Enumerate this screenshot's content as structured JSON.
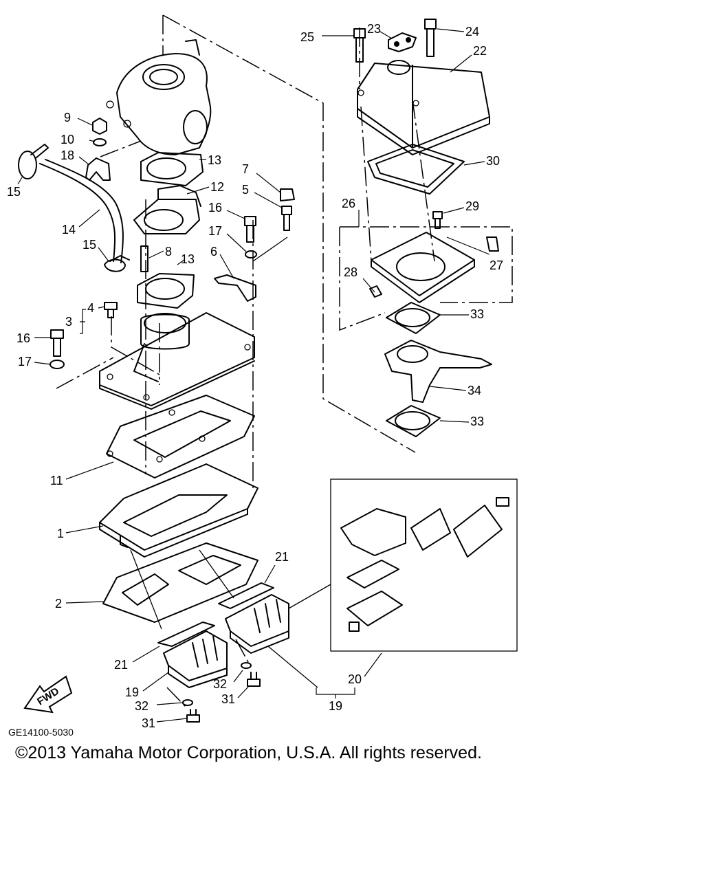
{
  "diagram": {
    "parts": [
      {
        "key": "p25",
        "label": "25"
      },
      {
        "key": "p23",
        "label": "23"
      },
      {
        "key": "p24",
        "label": "24"
      },
      {
        "key": "p22",
        "label": "22"
      },
      {
        "key": "p30",
        "label": "30"
      },
      {
        "key": "p26",
        "label": "26"
      },
      {
        "key": "p29",
        "label": "29"
      },
      {
        "key": "p27",
        "label": "27"
      },
      {
        "key": "p28",
        "label": "28"
      },
      {
        "key": "p33a",
        "label": "33"
      },
      {
        "key": "p34",
        "label": "34"
      },
      {
        "key": "p33b",
        "label": "33"
      },
      {
        "key": "p9",
        "label": "9"
      },
      {
        "key": "p10",
        "label": "10"
      },
      {
        "key": "p18",
        "label": "18"
      },
      {
        "key": "p15a",
        "label": "15"
      },
      {
        "key": "p14",
        "label": "14"
      },
      {
        "key": "p15b",
        "label": "15"
      },
      {
        "key": "p13a",
        "label": "13"
      },
      {
        "key": "p12",
        "label": "12"
      },
      {
        "key": "p7",
        "label": "7"
      },
      {
        "key": "p5",
        "label": "5"
      },
      {
        "key": "p16a",
        "label": "16"
      },
      {
        "key": "p17a",
        "label": "17"
      },
      {
        "key": "p8",
        "label": "8"
      },
      {
        "key": "p13b",
        "label": "13"
      },
      {
        "key": "p6",
        "label": "6"
      },
      {
        "key": "p4",
        "label": "4"
      },
      {
        "key": "p3",
        "label": "3"
      },
      {
        "key": "p16b",
        "label": "16"
      },
      {
        "key": "p17b",
        "label": "17"
      },
      {
        "key": "p11",
        "label": "11"
      },
      {
        "key": "p1",
        "label": "1"
      },
      {
        "key": "p2",
        "label": "2"
      },
      {
        "key": "p21a",
        "label": "21"
      },
      {
        "key": "p21b",
        "label": "21"
      },
      {
        "key": "p19a",
        "label": "19"
      },
      {
        "key": "p32a",
        "label": "32"
      },
      {
        "key": "p31a",
        "label": "31"
      },
      {
        "key": "p32b",
        "label": "32"
      },
      {
        "key": "p31b",
        "label": "31"
      },
      {
        "key": "p20",
        "label": "20"
      },
      {
        "key": "p19b",
        "label": "19"
      }
    ],
    "fwd_badge": "FWD",
    "drawing_code": "GE14100-5030"
  },
  "copyright": "©2013 Yamaha Motor Corporation, U.S.A. All rights reserved."
}
